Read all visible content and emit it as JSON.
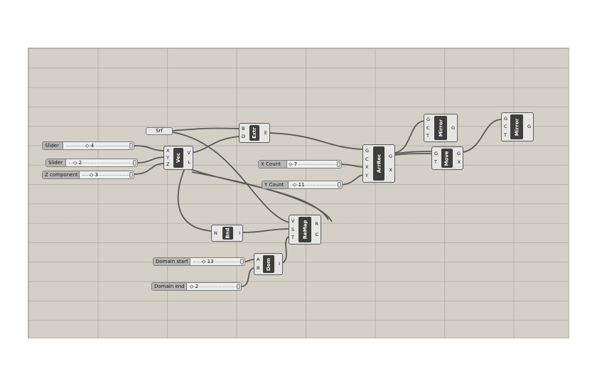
{
  "sliders": [
    {
      "label": "Slider",
      "value": "4"
    },
    {
      "label": "Slider",
      "value": "2"
    },
    {
      "label": "Z component",
      "value": "3"
    },
    {
      "label": "X Count",
      "value": "7"
    },
    {
      "label": "Y Count",
      "value": "11"
    },
    {
      "label": "Domain start",
      "value": "13"
    },
    {
      "label": "Domain end",
      "value": "2"
    }
  ],
  "params": {
    "srf": "Srf"
  },
  "components": {
    "vec": {
      "name": "Vec",
      "inputs": [
        "X",
        "Y",
        "Z"
      ],
      "outputs": [
        "V",
        "L"
      ]
    },
    "extr": {
      "name": "Extr",
      "inputs": [
        "B",
        "D"
      ],
      "outputs": [
        "E"
      ]
    },
    "arrrec": {
      "name": "ArrRec",
      "inputs": [
        "G",
        "C",
        "X",
        "Y"
      ],
      "outputs": [
        "G",
        "X"
      ]
    },
    "mirror1": {
      "name": "Mirror",
      "inputs": [
        "G",
        "C",
        "T"
      ],
      "outputs": [
        "G"
      ]
    },
    "move": {
      "name": "Move",
      "inputs": [
        "G",
        "T"
      ],
      "outputs": [
        "G",
        "X"
      ]
    },
    "mirror2": {
      "name": "Mirror",
      "inputs": [
        "G",
        "C",
        "T"
      ],
      "outputs": [
        "G"
      ]
    },
    "bnd": {
      "name": "Bnd",
      "inputs": [
        "N"
      ],
      "outputs": [
        "I"
      ]
    },
    "remap": {
      "name": "ReMap",
      "inputs": [
        "V",
        "S",
        "T"
      ],
      "outputs": [
        "R",
        "C"
      ]
    },
    "dom": {
      "name": "Dom",
      "inputs": [
        "A",
        "B"
      ],
      "outputs": [
        "I"
      ]
    }
  }
}
